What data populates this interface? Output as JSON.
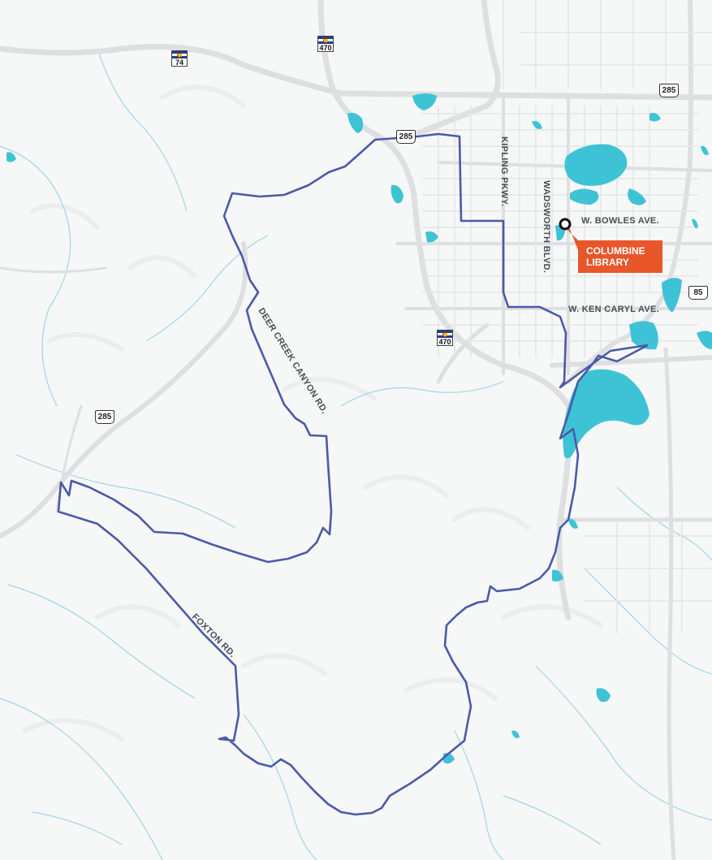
{
  "map": {
    "route_color": "#4b5aa8",
    "water_color": "#3ec3d6",
    "callout_color": "#e8562a",
    "road_color": "#dedfe0",
    "stream_color": "#9fd6e6"
  },
  "shields": {
    "us285_a": "285",
    "us285_b": "285",
    "us285_c": "285",
    "us85": "85",
    "co470_a": "470",
    "co470_b": "470",
    "co74": "74"
  },
  "labels": {
    "kipling": "KIPLING PKWY.",
    "wadsworth": "WADSWORTH BLVD.",
    "bowles": "W. BOWLES AVE.",
    "ken_caryl": "W. KEN CARYL AVE.",
    "deer_creek": "DEER CREEK CANYON RD.",
    "foxton": "FOXTON RD."
  },
  "callout": {
    "line1": "COLUMBINE",
    "line2": "LIBRARY"
  }
}
